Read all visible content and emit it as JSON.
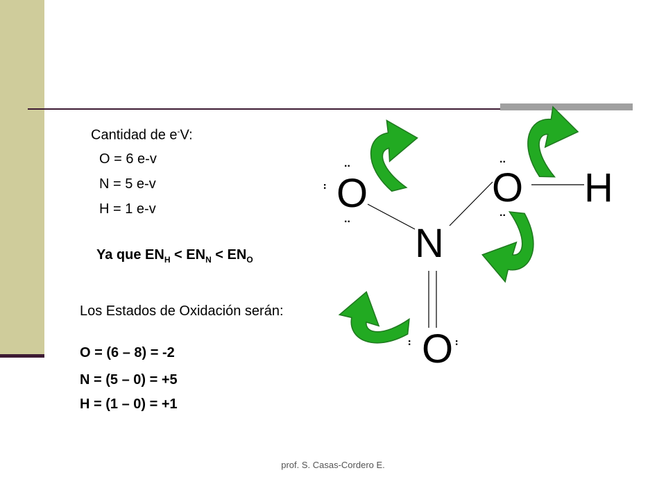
{
  "valence": {
    "heading_prefix": "Cantidad de e",
    "heading_sup": "-",
    "heading_suffix": "V:",
    "lines": [
      "O = 6 e-v",
      "N = 5 e-v",
      "H = 1 e-v"
    ]
  },
  "electronegativity": {
    "prefix": "Ya que EN",
    "sub_1": "H",
    "mid_1": " < EN",
    "sub_2": "N",
    "mid_2": " < EN",
    "sub_3": "O"
  },
  "oxidation": {
    "heading": "Los Estados de Oxidación serán:",
    "lines": [
      "O = (6 – 8) = -2",
      "N = (5 – 0) = +5",
      "H = (1 – 0) = +1"
    ]
  },
  "molecule": {
    "atoms": {
      "o_left": "O",
      "o_right": "O",
      "h": "H",
      "n": "N",
      "o_bottom": "O"
    },
    "lone_pair_dots": ".."
  },
  "colors": {
    "sidebar": "#cfcc9b",
    "rule": "#3d1a33",
    "rule_accent": "#a0a0a0",
    "arrow_fill": "#22aa22",
    "arrow_stroke": "#1f7a1f"
  },
  "footer": "prof. S. Casas-Cordero E."
}
